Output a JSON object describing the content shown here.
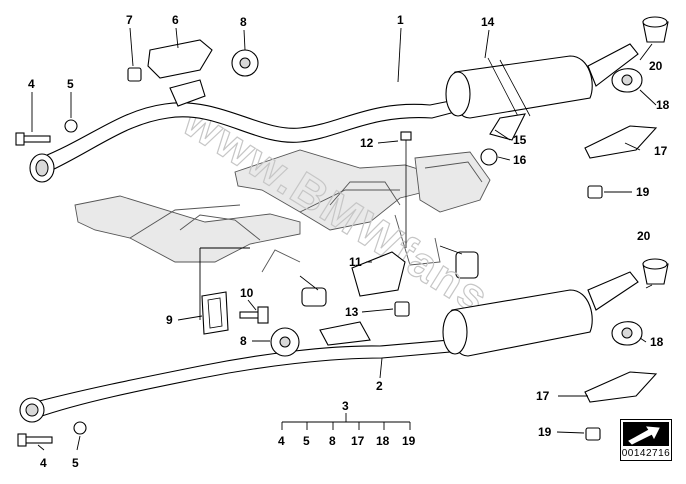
{
  "watermark": "www.BMWfans.pl",
  "diagram_number": "00142716",
  "callouts": {
    "p1": "1",
    "p2": "2",
    "p3": "3",
    "p4_top": "4",
    "p5_top": "5",
    "p6": "6",
    "p7": "7",
    "p8_top": "8",
    "p8_mid": "8",
    "p9": "9",
    "p10": "10",
    "p11": "11",
    "p12": "12",
    "p13": "13",
    "p14": "14",
    "p15": "15",
    "p16": "16",
    "p17_top": "17",
    "p17_bot": "17",
    "p18_top": "18",
    "p18_bot": "18",
    "p19_top": "19",
    "p19_bot": "19",
    "p20_top": "20",
    "p20_bot": "20",
    "p4_bot": "4",
    "p5_bot": "5"
  },
  "kit_group": {
    "label": "3",
    "items": [
      "4",
      "5",
      "8",
      "17",
      "18",
      "19"
    ]
  }
}
